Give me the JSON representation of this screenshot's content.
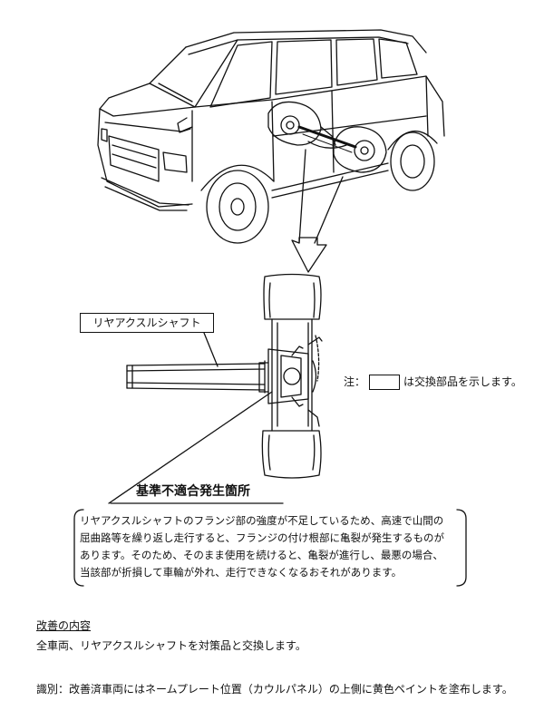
{
  "labels": {
    "part": "リヤアクスルシャフト",
    "note_prefix": "注：",
    "note_suffix": "は交換部品を示します。",
    "defect_title": "基準不適合発生箇所"
  },
  "description": {
    "lines": [
      "リヤアクスルシャフトのフランジ部の強度が不足しているため、高速で山間の",
      "屈曲路等を繰り返し走行すると、フランジの付け根部に亀裂が発生するものが",
      "あります。そのため、そのまま使用を続けると、亀裂が進行し、最悪の場合、",
      "当該部が折損して車輪が外れ、走行できなくなるおそれがあります。"
    ]
  },
  "improvement": {
    "heading": "改善の内容",
    "body": "全車両、リヤアクスルシャフトを対策品と交換します。"
  },
  "identification": "識別：改善済車両にはネームプレート位置（カウルパネル）の上側に黄色ペイントを塗布します。"
}
